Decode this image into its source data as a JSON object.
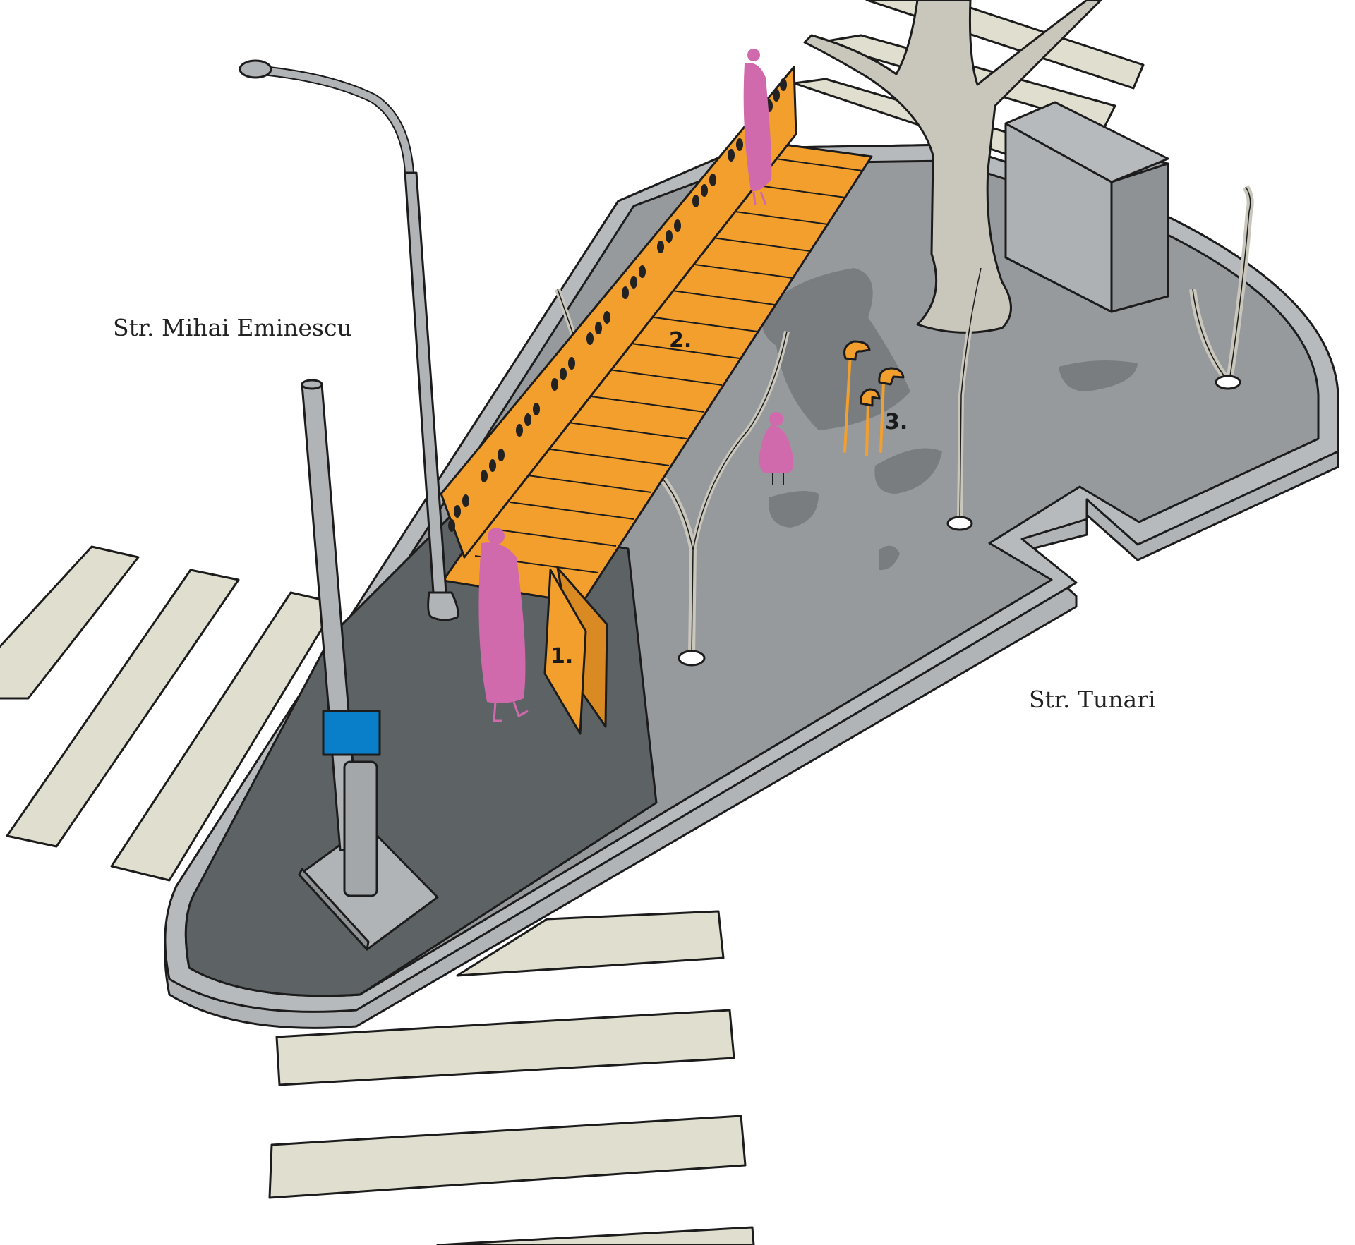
{
  "streets": {
    "west": "Str. Mihai Eminescu",
    "east": "Str. Tunari"
  },
  "markers": {
    "one": "1.",
    "two": "2.",
    "three": "3."
  },
  "colors": {
    "orange": "#f29f2e",
    "pink": "#d06aac",
    "sign_blue": "#0a7fc9",
    "pavement_light": "#979a9d",
    "pavement_dark": "#5d6264",
    "curb": "#b1b4b7",
    "crosswalk": "#e0dfcf",
    "tree": "#c9c6bb",
    "cabinet": "#aeb1b4"
  }
}
